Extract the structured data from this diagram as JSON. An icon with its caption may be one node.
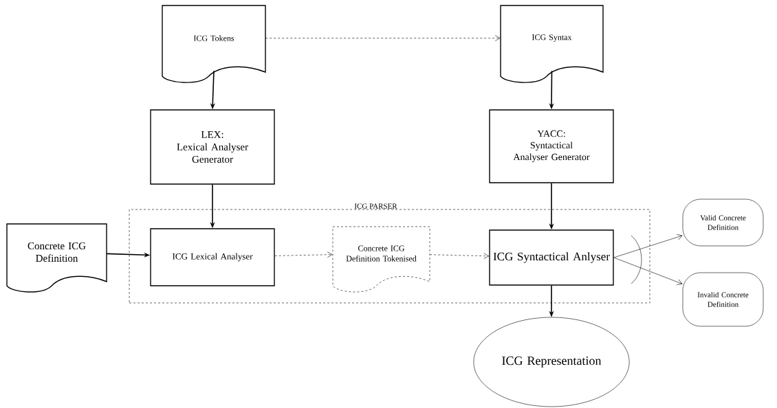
{
  "diagram": {
    "nodes": [
      {
        "text": [
          "ICG Tokens"
        ]
      },
      {
        "text": [
          "ICG Syntax"
        ]
      },
      {
        "text": [
          "LEX:",
          "Lexical Analyser Generator"
        ]
      },
      {
        "text": [
          "YACC:",
          "Syntactical Analyser Generator"
        ]
      },
      {
        "text": [
          "ICG PARSER"
        ]
      },
      {
        "text": [
          "Concrete ICG Definition"
        ]
      },
      {
        "text": [
          "ICG Lexical Analyser"
        ],
        "in": 4
      },
      {
        "text": [
          "Concrete ICG Definition Tokenised"
        ],
        "in": 4
      },
      {
        "text": [
          "ICG Syntactical Anlyser"
        ],
        "in": 4
      },
      {
        "text": [
          "Valid Concrete Definition"
        ]
      },
      {
        "text": [
          "Invalid Concrete Definition"
        ]
      },
      {
        "text": [
          "ICG Representation"
        ]
      }
    ],
    "edges": [
      {
        "from": 0,
        "to": 1,
        "arrow": "to",
        "style": "dashed"
      },
      {
        "from": 0,
        "to": 2,
        "arrow": "to"
      },
      {
        "from": 1,
        "to": 3,
        "arrow": "to"
      },
      {
        "from": 2,
        "to": 6,
        "arrow": "to"
      },
      {
        "from": 3,
        "to": 8,
        "arrow": "to"
      },
      {
        "from": 5,
        "to": 6,
        "arrow": "to"
      },
      {
        "from": 6,
        "to": 7,
        "arrow": "to",
        "style": "dashed"
      },
      {
        "from": 7,
        "to": 8,
        "arrow": "to",
        "style": "dashed"
      },
      {
        "from": 8,
        "to": 9,
        "arrow": "to"
      },
      {
        "from": 8,
        "to": 10,
        "arrow": "to"
      },
      {
        "from": 8,
        "to": 11,
        "arrow": "to"
      }
    ]
  }
}
